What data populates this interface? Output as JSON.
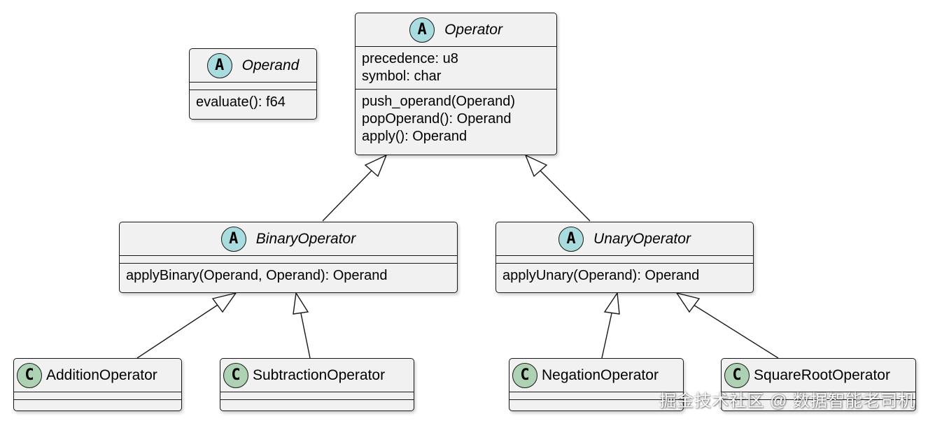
{
  "classes": {
    "operand": {
      "stereotype": "A",
      "name": "Operand",
      "fields": [],
      "methods": [
        "evaluate(): f64"
      ]
    },
    "operator": {
      "stereotype": "A",
      "name": "Operator",
      "fields": [
        "precedence: u8",
        "symbol: char"
      ],
      "methods": [
        "push_operand(Operand)",
        "popOperand(): Operand",
        "apply(): Operand"
      ]
    },
    "binary_operator": {
      "stereotype": "A",
      "name": "BinaryOperator",
      "fields": [],
      "methods": [
        "applyBinary(Operand, Operand): Operand"
      ]
    },
    "unary_operator": {
      "stereotype": "A",
      "name": "UnaryOperator",
      "fields": [],
      "methods": [
        "applyUnary(Operand): Operand"
      ]
    },
    "addition_operator": {
      "stereotype": "C",
      "name": "AdditionOperator"
    },
    "subtraction_operator": {
      "stereotype": "C",
      "name": "SubtractionOperator"
    },
    "negation_operator": {
      "stereotype": "C",
      "name": "NegationOperator"
    },
    "square_root_operator": {
      "stereotype": "C",
      "name": "SquareRootOperator"
    }
  },
  "relations": [
    {
      "type": "inheritance",
      "from": "BinaryOperator",
      "to": "Operator"
    },
    {
      "type": "inheritance",
      "from": "UnaryOperator",
      "to": "Operator"
    },
    {
      "type": "inheritance",
      "from": "AdditionOperator",
      "to": "BinaryOperator"
    },
    {
      "type": "inheritance",
      "from": "SubtractionOperator",
      "to": "BinaryOperator"
    },
    {
      "type": "inheritance",
      "from": "NegationOperator",
      "to": "UnaryOperator"
    },
    {
      "type": "inheritance",
      "from": "SquareRootOperator",
      "to": "UnaryOperator"
    }
  ],
  "colors": {
    "abstract_badge": "#a9dcdf",
    "class_badge": "#add1b2",
    "box_fill": "#f1f1f1",
    "line": "#181818"
  },
  "watermark": "掘金技术社区 @ 数据智能老司机"
}
